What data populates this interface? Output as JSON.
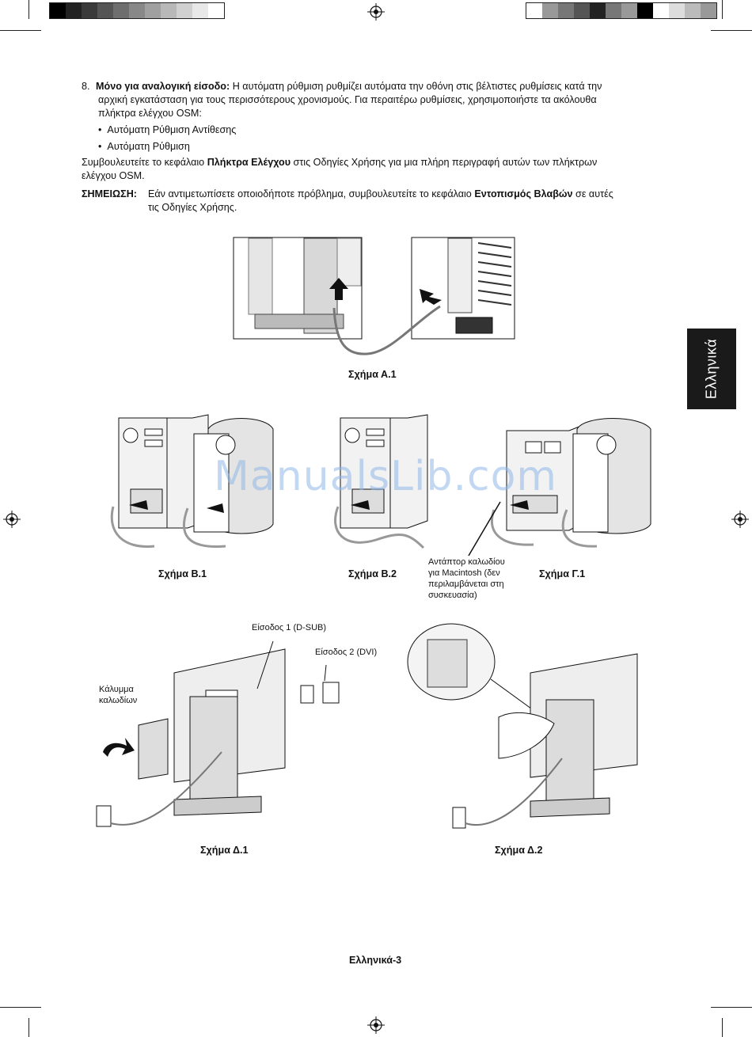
{
  "item8": {
    "number": "8.",
    "bold": "Μόνο για αναλογική είσοδο:",
    "line1": " Η αυτόματη ρύθμιση ρυθμίζει αυτόματα την οθόνη στις βέλτιστες ρυθμίσεις κατά την",
    "line2": "αρχική εγκατάσταση για τους περισσότερους χρονισμούς. Για περαιτέρω ρυθμίσεις, χρησιμοποιήστε τα ακόλουθα",
    "line3": "πλήκτρα ελέγχου OSM:",
    "bullets": [
      "Αυτόματη Ρύθμιση Αντίθεσης",
      "Αυτόματη Ρύθμιση"
    ]
  },
  "consult": {
    "pre": "Συμβουλευτείτε το κεφάλαιο ",
    "bold": "Πλήκτρα Ελέγχου",
    "post": " στις Οδηγίες Χρήσης για μια πλήρη περιγραφή αυτών των πλήκτρων",
    "line2": "ελέγχου OSM."
  },
  "note": {
    "label": "ΣΗΜΕΙΩΣΗ:",
    "pre": "Εάν αντιμετωπίσετε οποιοδήποτε πρόβλημα, συμβουλευτείτε το κεφάλαιο ",
    "bold": "Εντοπισμός Βλαβών",
    "post": " σε αυτές",
    "line2": "τις Οδηγίες Χρήσης."
  },
  "side_tab": "Ελληνικά",
  "captions": {
    "a1": "Σχήμα Α.1",
    "b1": "Σχήμα Β.1",
    "b2": "Σχήμα Β.2",
    "g1": "Σχήμα Γ.1",
    "d1": "Σχήμα Δ.1",
    "d2": "Σχήμα Δ.2"
  },
  "labels": {
    "mac_adapter": [
      "Αντάπτορ καλωδίου",
      "για Macintosh (δεν",
      "περιλαμβάνεται στη",
      "συσκευασία)"
    ],
    "input1": "Είσοδος 1 (D-SUB)",
    "input2": "Είσοδος 2 (DVI)",
    "cable_cover": [
      "Κάλυμμα",
      "καλωδίων"
    ]
  },
  "watermark": "ManualsLib.com",
  "footer": "Ελληνικά-3",
  "colors": {
    "ink": "#111111",
    "tab_bg": "#1a1a1a",
    "watermark": "#8fb7e8"
  },
  "color_bars": {
    "left": [
      "#000000",
      "#222222",
      "#3a3a3a",
      "#555555",
      "#6e6e6e",
      "#888888",
      "#a0a0a0",
      "#b8b8b8",
      "#d0d0d0",
      "#e8e8e8",
      "#ffffff"
    ],
    "right": [
      "#ffffff",
      "#999999",
      "#777777",
      "#555555",
      "#222222",
      "#777777",
      "#999999",
      "#000000",
      "#ffffff",
      "#dddddd",
      "#bbbbbb",
      "#999999"
    ]
  }
}
